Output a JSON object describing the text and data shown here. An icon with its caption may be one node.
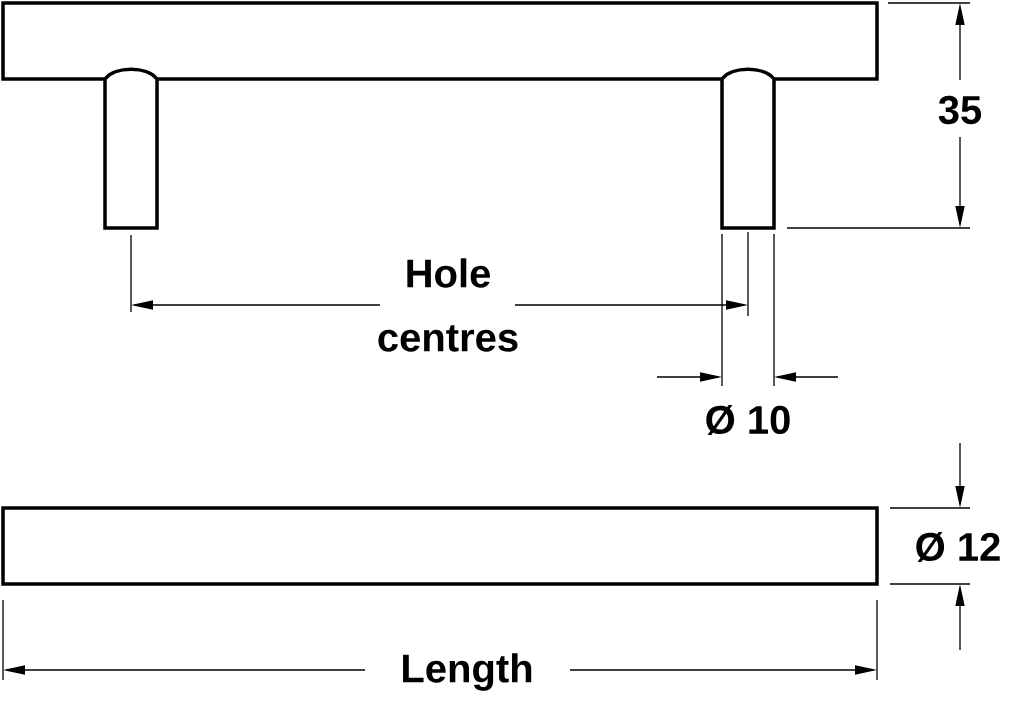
{
  "diagram": {
    "labels": [
      "35",
      "Hole centres",
      "Ø 10",
      "Ø 12",
      "Length"
    ]
  }
}
